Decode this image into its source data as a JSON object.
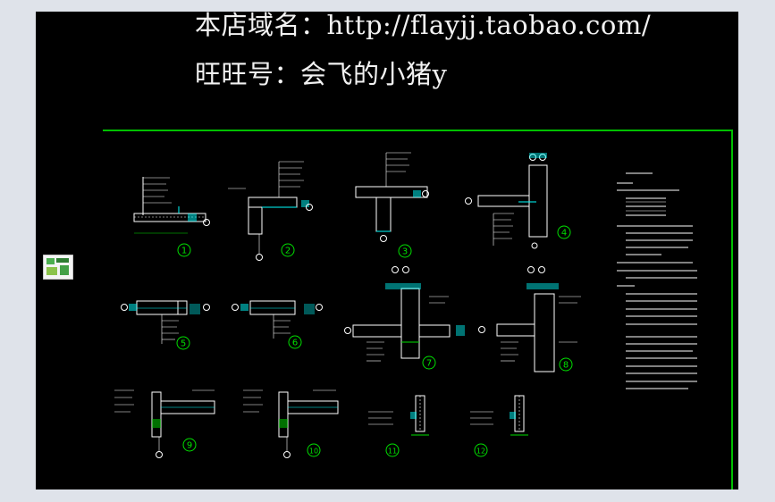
{
  "watermark": {
    "line1": "本店域名：http://flayjj.taobao.com/",
    "line2": "旺旺号：会飞的小猪y"
  },
  "details": [
    {
      "num": "1"
    },
    {
      "num": "2"
    },
    {
      "num": "3"
    },
    {
      "num": "4"
    },
    {
      "num": "5"
    },
    {
      "num": "6"
    },
    {
      "num": "7"
    },
    {
      "num": "8"
    },
    {
      "num": "9"
    },
    {
      "num": "10"
    },
    {
      "num": "11"
    },
    {
      "num": "12"
    }
  ],
  "colors": {
    "background": "#000000",
    "frame": "#00c000",
    "lines": "#ffffff",
    "annotation": "#00ffff",
    "dims": "#00e000"
  }
}
